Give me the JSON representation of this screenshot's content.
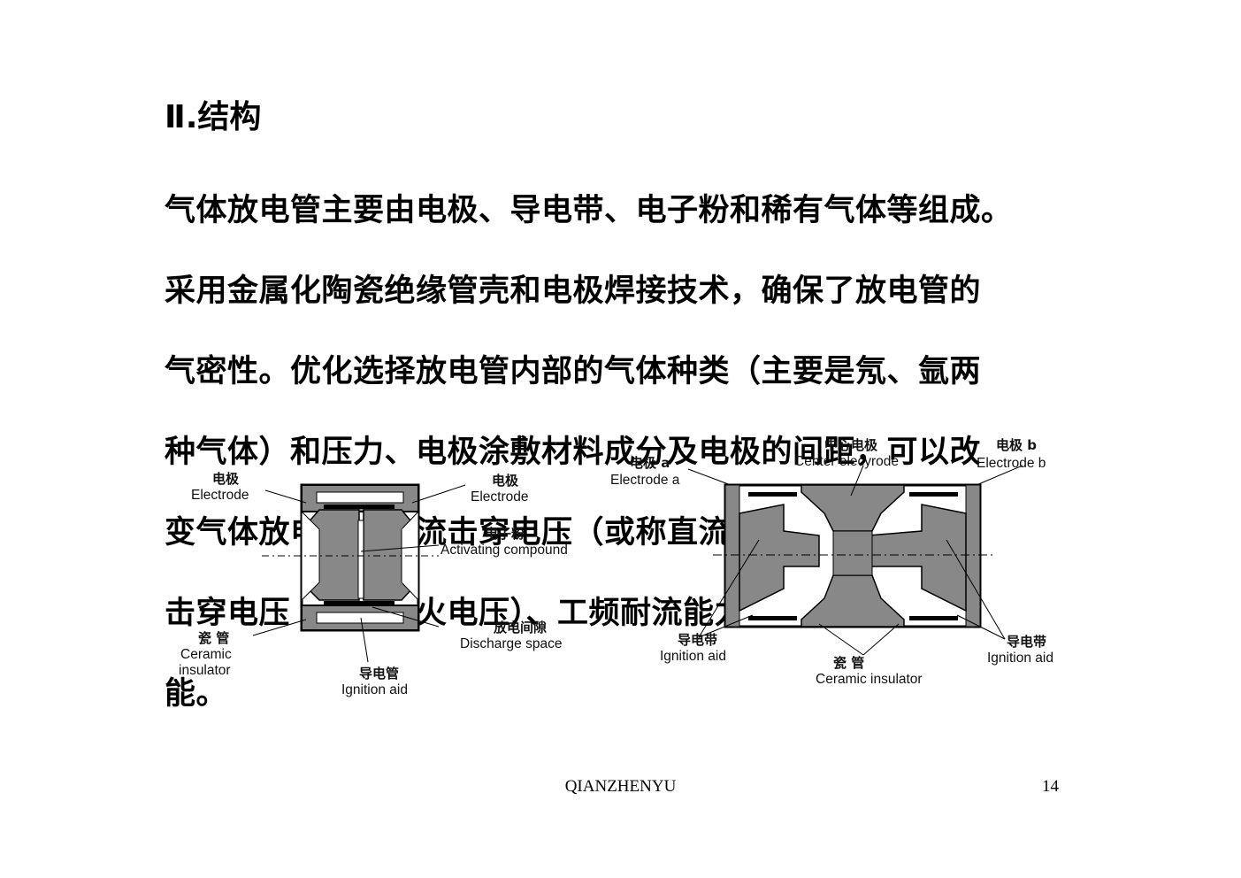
{
  "heading": "Ⅱ.结构",
  "body_lines": [
    "气体放电管主要由电极、导电带、电子粉和稀有气体等组成。",
    "采用金属化陶瓷绝缘管壳和电极焊接技术，确保了放电管的",
    "气密性。优化选择放电管内部的气体种类（主要是氖、氩两",
    "种气体）和压力、电极涂敷材料成分及电极的间距，可以改",
    "变气体放电管的直流击穿电压（或称直流着火电压）、冲击",
    "击穿电压（冲击着火电压）、工频耐流能力和寿命等电气性",
    "能。"
  ],
  "figure_left": {
    "electrode_left_cn": "电极",
    "electrode_left_en": "Electrode",
    "electrode_right_cn": "电极",
    "electrode_right_en": "Electrode",
    "activating_cn": "电子粉",
    "activating_en": "Activating compound",
    "discharge_cn": "放电间隙",
    "discharge_en": "Discharge space",
    "ceramic_cn": "瓷 管",
    "ceramic_en_1": "Ceramic",
    "ceramic_en_2": "insulator",
    "ignition_cn": "导电管",
    "ignition_en": "Ignition aid"
  },
  "figure_right": {
    "electrode_a_cn": "电极 a",
    "electrode_a_en": "Electrode a",
    "center_cn": "中心电极",
    "center_en": "Center elecyrode",
    "electrode_b_cn": "电极 b",
    "electrode_b_en": "Electrode b",
    "ignition_left_cn": "导电带",
    "ignition_left_en": "Ignition aid",
    "ceramic_cn": "瓷 管",
    "ceramic_en": "Ceramic insulator",
    "ignition_right_cn": "导电带",
    "ignition_right_en": "Ignition aid"
  },
  "footer": {
    "author": "QIANZHENYU",
    "page_number": "14"
  },
  "colors": {
    "electrode_fill": "#888888",
    "text": "#000000",
    "background": "#ffffff"
  }
}
